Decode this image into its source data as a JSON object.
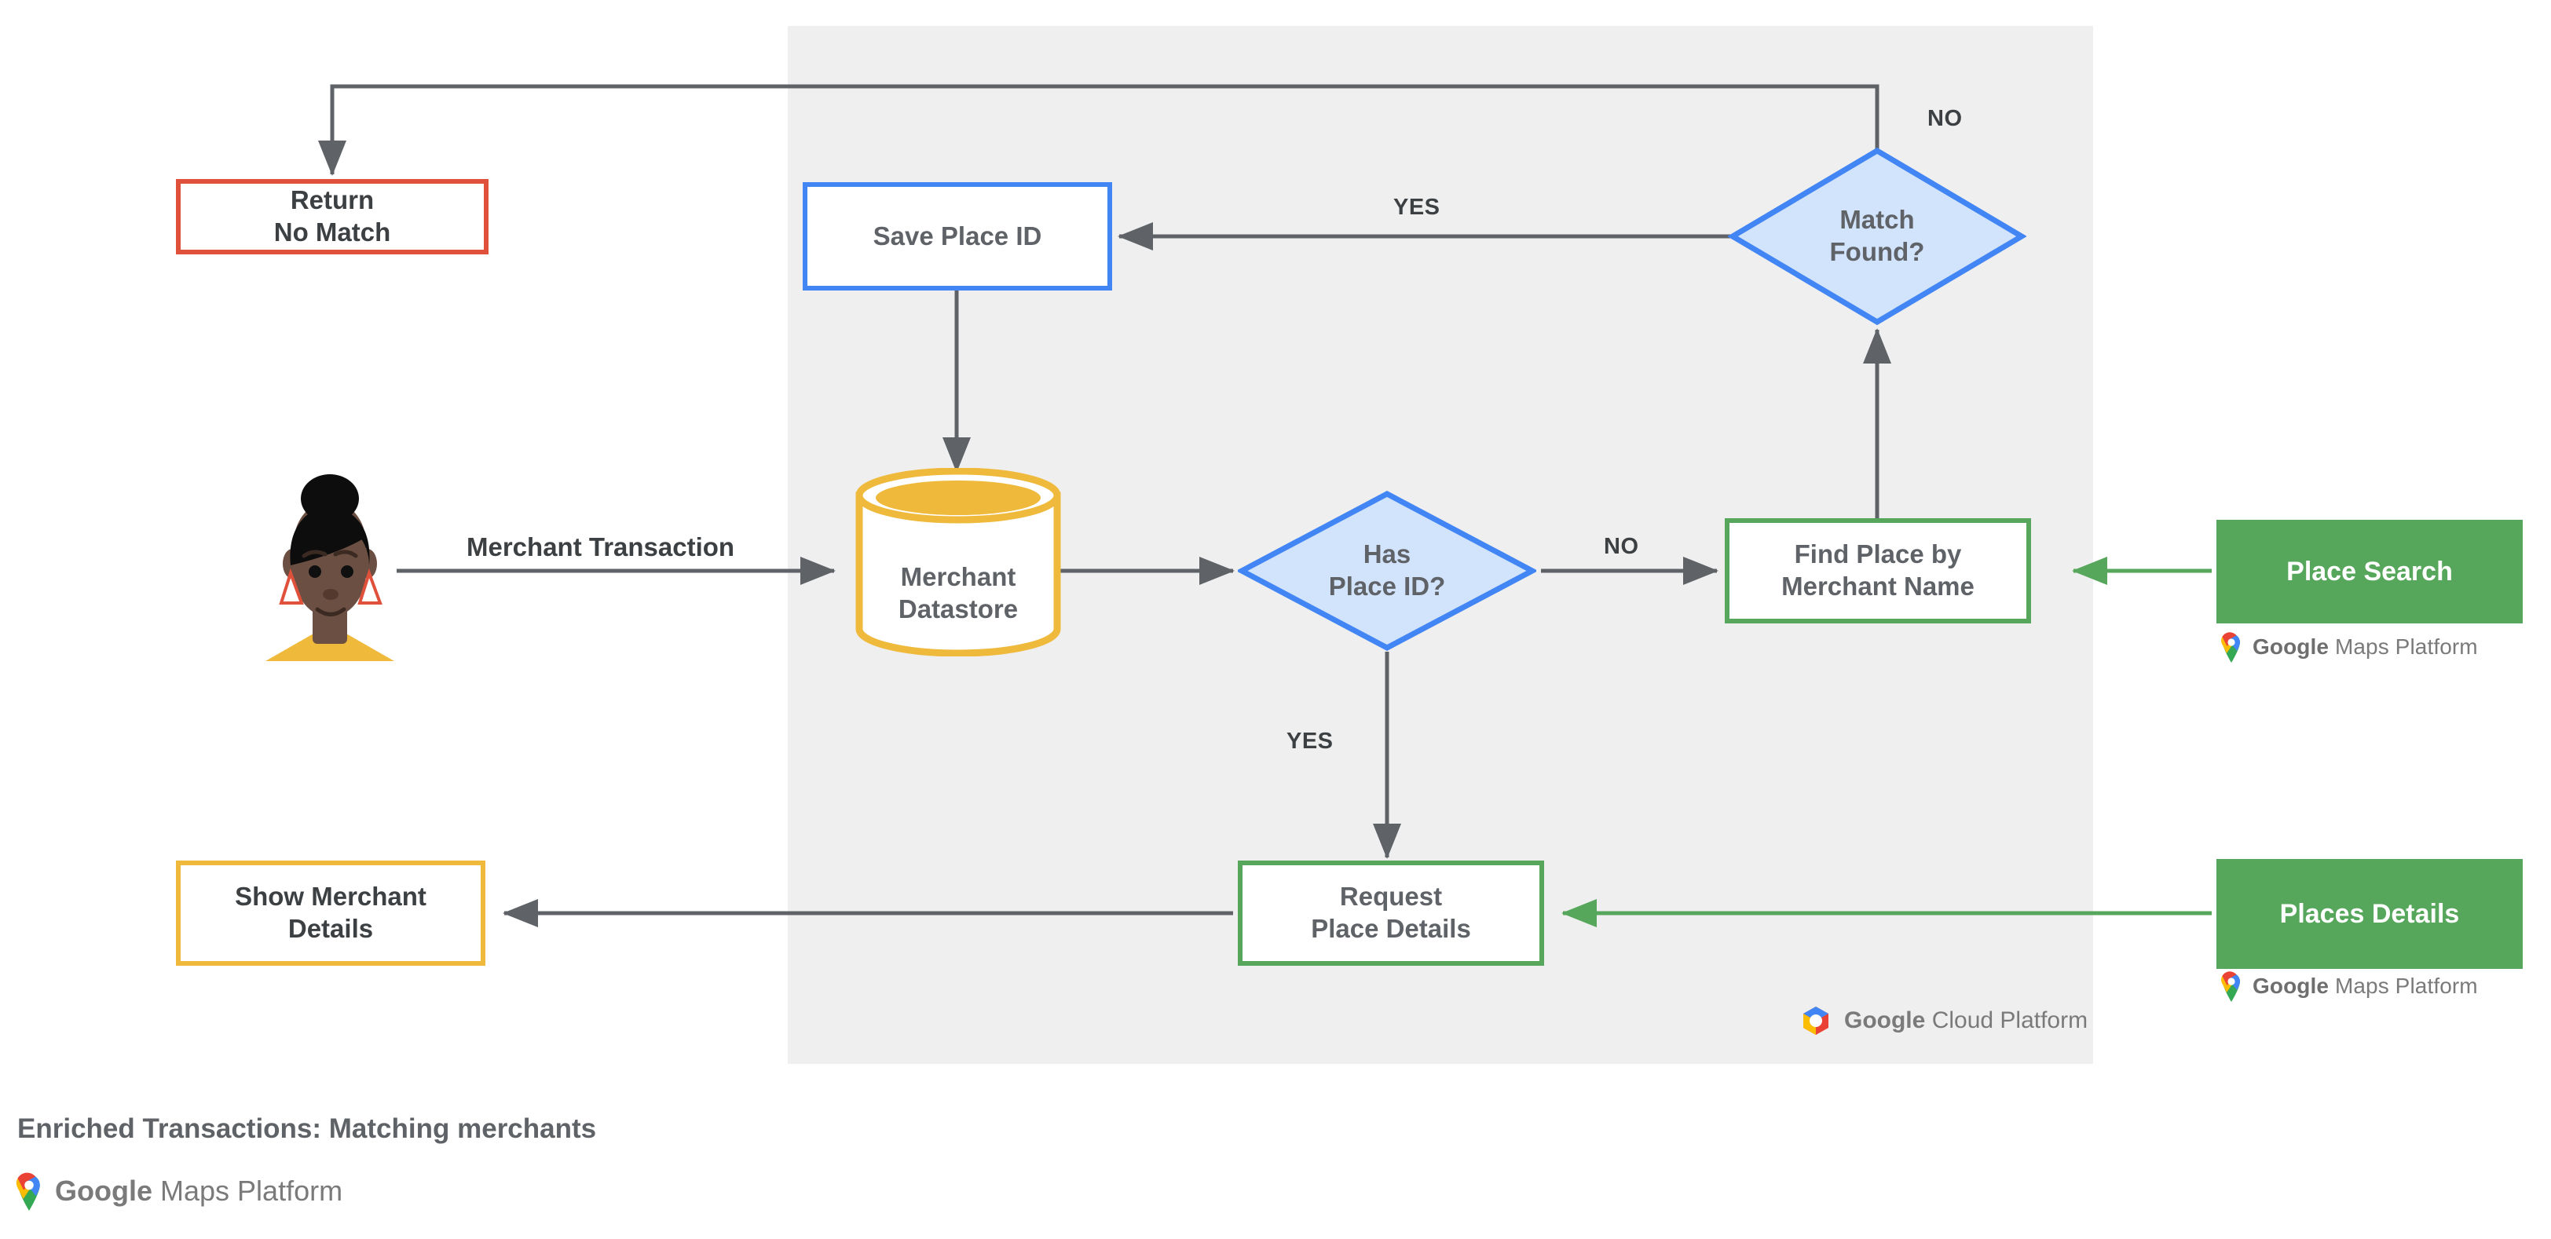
{
  "caption": {
    "title": "Enriched Transactions: Matching merchants",
    "brand_prefix": "Google",
    "brand_suffix": "Maps Platform"
  },
  "panel": {
    "name": "google-cloud-platform-region",
    "background_color": "#efefef",
    "logo": {
      "prefix": "Google",
      "suffix": "Cloud Platform"
    }
  },
  "nodes": {
    "return_no_match": {
      "label": "Return\nNo Match",
      "shape": "rect",
      "border_color": "#E0513B",
      "fill": "#ffffff"
    },
    "save_place_id": {
      "label": "Save Place ID",
      "shape": "rect",
      "border_color": "#4285F4",
      "fill": "#ffffff"
    },
    "match_found": {
      "label": "Match\nFound?",
      "shape": "diamond",
      "border_color": "#4285F4",
      "fill": "#D2E3FC"
    },
    "merchant_datastore": {
      "label": "Merchant\nDatastore",
      "shape": "cylinder",
      "border_color": "#EFBA3C",
      "fill": "#ffffff"
    },
    "has_place_id": {
      "label": "Has\nPlace ID?",
      "shape": "diamond",
      "border_color": "#4285F4",
      "fill": "#D2E3FC"
    },
    "find_place_by_merchant_name": {
      "label": "Find Place by\nMerchant Name",
      "shape": "rect",
      "border_color": "#56A75B",
      "fill": "#ffffff"
    },
    "place_search": {
      "label": "Place Search",
      "shape": "rect",
      "border_color": "#56A75B",
      "fill": "#56A75B"
    },
    "request_place_details": {
      "label": "Request\nPlace Details",
      "shape": "rect",
      "border_color": "#56A75B",
      "fill": "#ffffff"
    },
    "places_details": {
      "label": "Places Details",
      "shape": "rect",
      "border_color": "#56A75B",
      "fill": "#56A75B"
    },
    "show_merchant_details": {
      "label": "Show Merchant\nDetails",
      "shape": "rect",
      "border_color": "#EFBA3C",
      "fill": "#ffffff"
    },
    "user_avatar": {
      "label": "user-avatar"
    }
  },
  "edge_labels": {
    "merchant_transaction": "Merchant Transaction",
    "has_place_id_no": "NO",
    "has_place_id_yes": "YES",
    "match_found_yes": "YES",
    "match_found_no": "NO"
  },
  "brand_lockups": {
    "place_search": {
      "prefix": "Google",
      "suffix": "Maps Platform"
    },
    "places_details": {
      "prefix": "Google",
      "suffix": "Maps Platform"
    }
  },
  "colors": {
    "blue": "#4285F4",
    "blue_fill": "#D2E3FC",
    "green": "#56A75B",
    "amber": "#EFBA3C",
    "red": "#E0513B",
    "line": "#5f6368",
    "panel": "#efefef",
    "text": "#5f6368"
  }
}
